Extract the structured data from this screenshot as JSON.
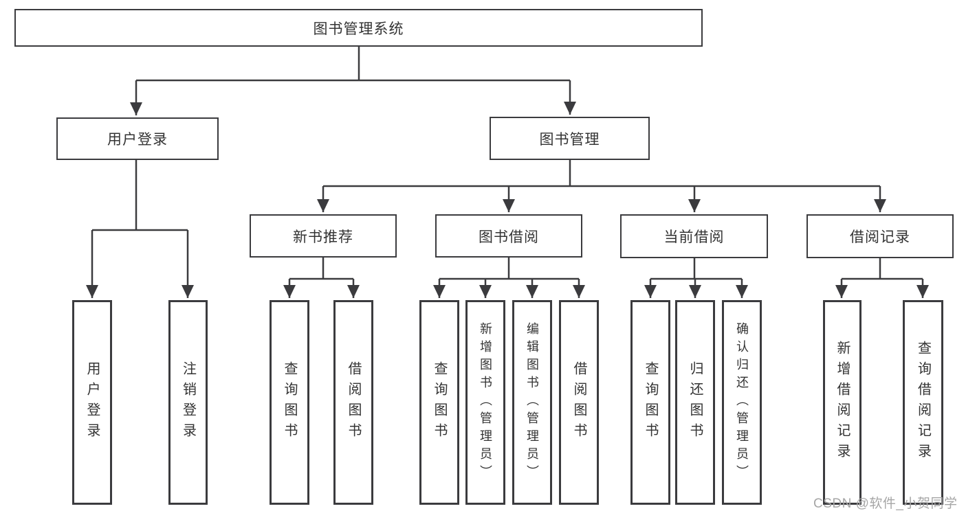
{
  "diagram": {
    "title": "图书管理系统",
    "root": {
      "label": "图书管理系统"
    },
    "level1": [
      {
        "label": "用户登录"
      },
      {
        "label": "图书管理"
      }
    ],
    "level2": [
      {
        "label": "新书推荐"
      },
      {
        "label": "图书借阅"
      },
      {
        "label": "当前借阅"
      },
      {
        "label": "借阅记录"
      }
    ],
    "leaves": [
      {
        "label": "用户登录"
      },
      {
        "label": "注销登录"
      },
      {
        "label": "查询图书"
      },
      {
        "label": "借阅图书"
      },
      {
        "label": "查询图书"
      },
      {
        "label": "新增图书（管理员）"
      },
      {
        "label": "编辑图书（管理员）"
      },
      {
        "label": "借阅图书"
      },
      {
        "label": "查询图书"
      },
      {
        "label": "归还图书"
      },
      {
        "label": "确认归还（管理员）"
      },
      {
        "label": "新增借阅记录"
      },
      {
        "label": "查询借阅记录"
      }
    ]
  },
  "watermark": {
    "text": "CSDN @软件_小贺同学"
  },
  "colors": {
    "line": "#3b3b3e",
    "text": "#333333",
    "background": "#ffffff",
    "watermark": "#a6a6a6"
  }
}
